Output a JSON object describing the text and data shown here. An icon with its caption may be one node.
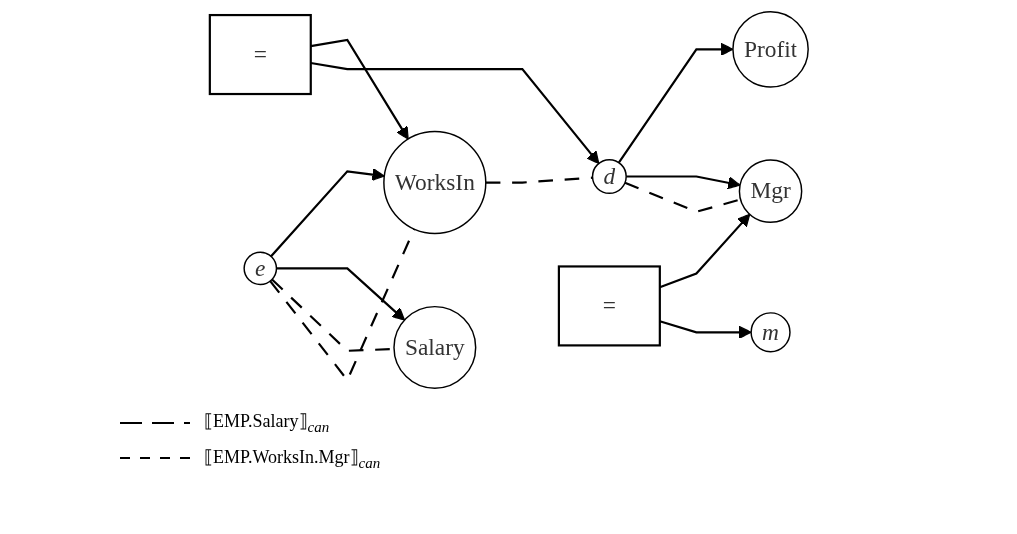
{
  "diagram": {
    "nodes": [
      {
        "text": [
          "e"
        ]
      },
      {
        "text": [
          "WorksIn"
        ]
      },
      {
        "text": [
          "Profit"
        ]
      },
      {
        "text": [
          "="
        ]
      },
      {
        "text": [
          "Salary"
        ]
      },
      {
        "text": [
          "d"
        ]
      },
      {
        "text": [
          "Mgr"
        ]
      },
      {
        "text": [
          "="
        ]
      },
      {
        "text": [
          "m"
        ]
      }
    ],
    "edges": [
      {
        "from": 0,
        "to": 1,
        "arrow": "to"
      },
      {
        "from": 0,
        "to": 4,
        "arrow": "to"
      },
      {
        "from": 3,
        "to": 1,
        "arrow": "to"
      },
      {
        "from": 3,
        "to": 5,
        "arrow": "to"
      },
      {
        "from": 5,
        "to": 2,
        "arrow": "to"
      },
      {
        "from": 5,
        "to": 6,
        "arrow": "to"
      },
      {
        "from": 7,
        "to": 6,
        "arrow": "to"
      },
      {
        "from": 7,
        "to": 8,
        "arrow": "to"
      },
      {
        "from": 0,
        "to": 4,
        "arrow": "none",
        "style": "dashed"
      },
      {
        "from": 0,
        "to": 1,
        "arrow": "none",
        "style": "dashed"
      },
      {
        "from": 1,
        "to": 5,
        "arrow": "none",
        "style": "dashed"
      },
      {
        "from": 5,
        "to": 6,
        "arrow": "none",
        "style": "dashed"
      }
    ],
    "legend": [
      {
        "text": "⟦EMP.Salary⟧$_{can}$"
      },
      {
        "text": "⟦EMP.WorksIn.Mgr⟧$_{can}$"
      }
    ]
  }
}
